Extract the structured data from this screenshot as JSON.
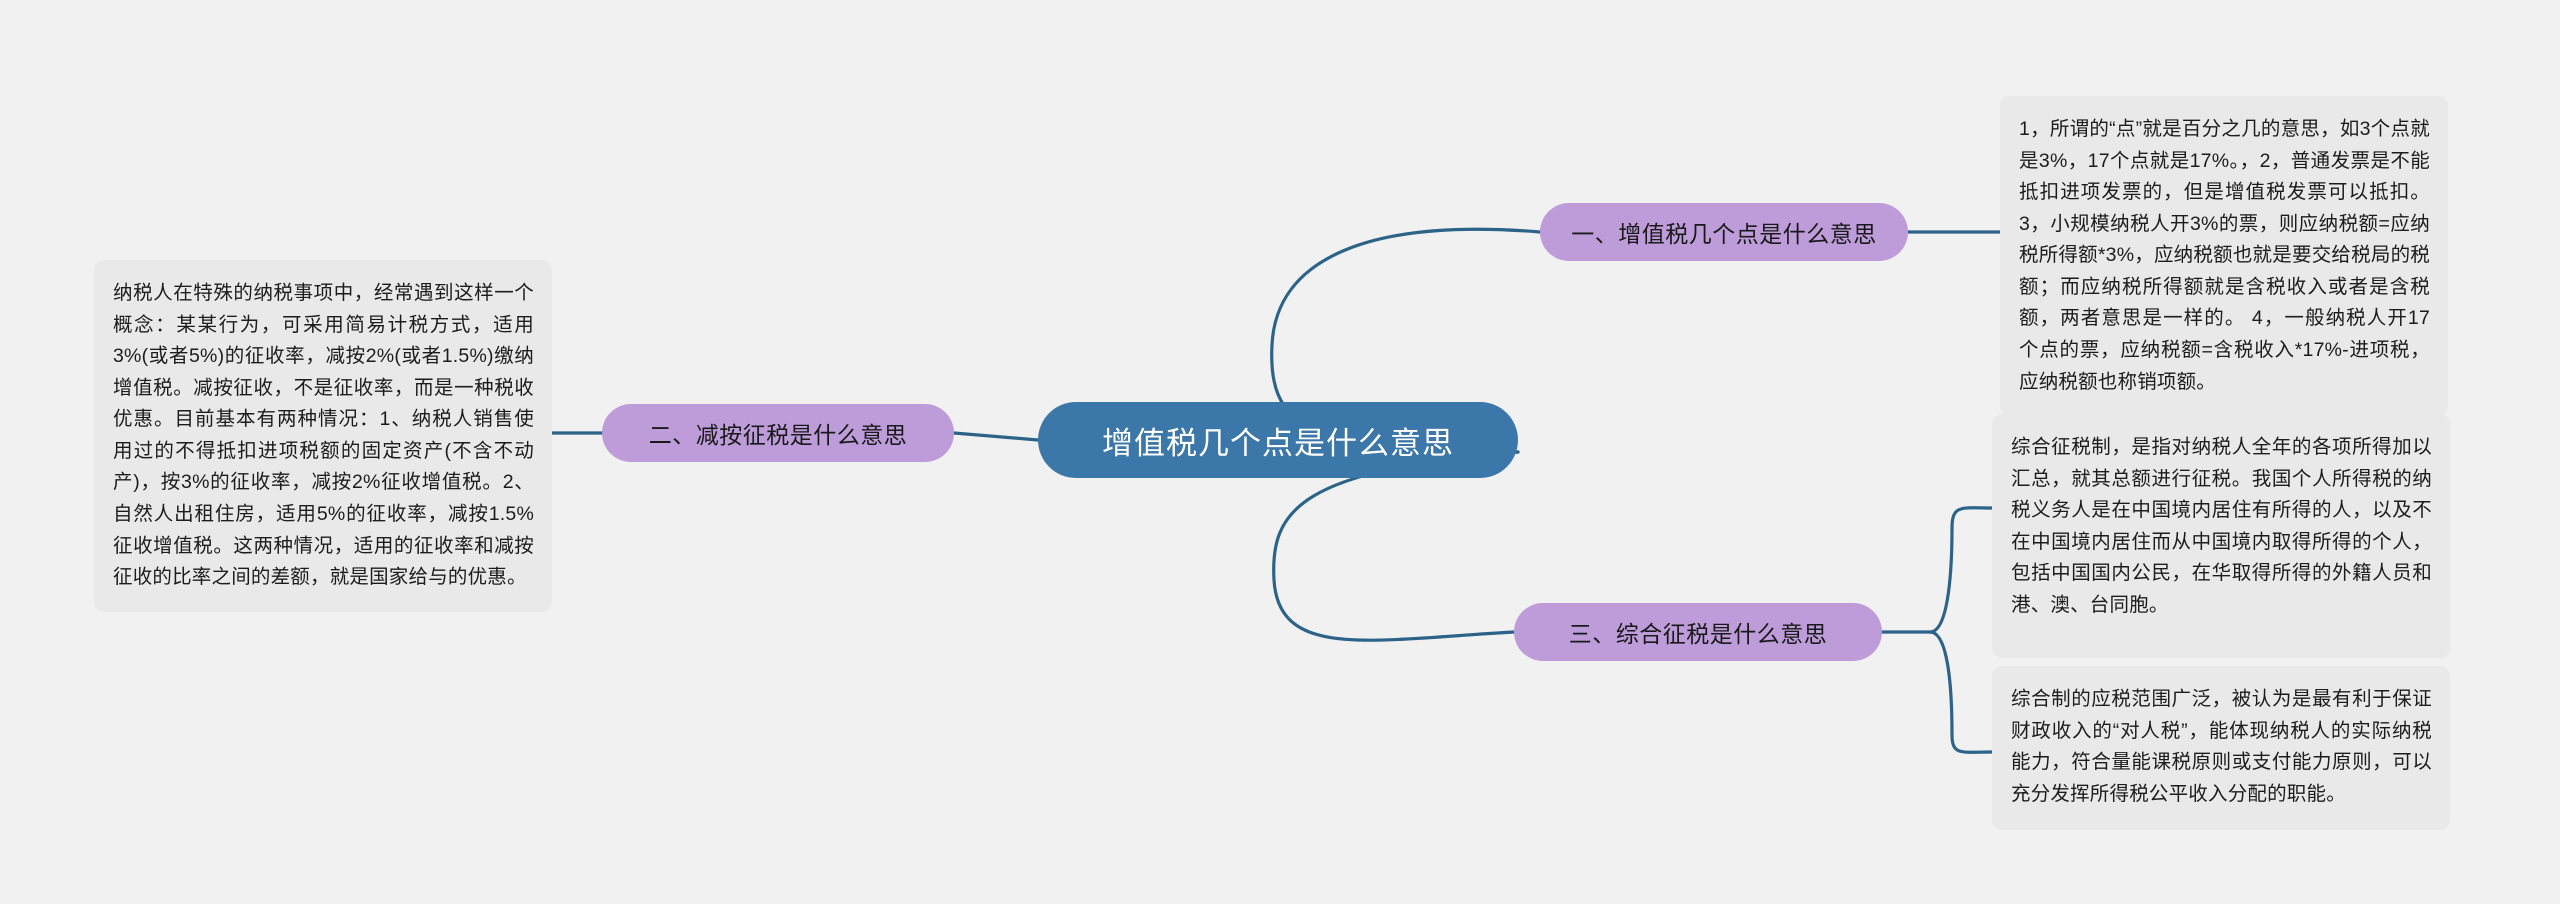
{
  "theme": {
    "background": "#f1f1f1",
    "root_fill": "#3b77a9",
    "root_text": "#ffffff",
    "branch_fill": "#bd9cd9",
    "branch_text": "#191919",
    "leaf_fill": "#e9e9e9",
    "leaf_text": "#1c1c1c",
    "connector": "#2b6488"
  },
  "mindmap": {
    "root": {
      "label": "增值税几个点是什么意思"
    },
    "branches": [
      {
        "id": "branch-1",
        "label": "一、增值税几个点是什么意思",
        "leaves": [
          {
            "id": "leaf-r1",
            "text": "1，所谓的“点”就是百分之几的意思，如3个点就是3%，17个点就是17%。，2，普通发票是不能抵扣进项发票的，但是增值税发票可以抵扣。 3，小规模纳税人开3%的票，则应纳税额=应纳税所得额*3%，应纳税额也就是要交给税局的税额；而应纳税所得额就是含税收入或者是含税额，两者意思是一样的。 4，一般纳税人开17个点的票，应纳税额=含税收入*17%-进项税，应纳税额也称销项额。"
          }
        ]
      },
      {
        "id": "branch-2",
        "label": "二、减按征税是什么意思",
        "leaves": [
          {
            "id": "leaf-left",
            "text": "纳税人在特殊的纳税事项中，经常遇到这样一个概念：某某行为，可采用简易计税方式，适用3%(或者5%)的征收率，减按2%(或者1.5%)缴纳增值税。减按征收，不是征收率，而是一种税收优惠。目前基本有两种情况：1、纳税人销售使用过的不得抵扣进项税额的固定资产(不含不动产)，按3%的征收率，减按2%征收增值税。2、自然人出租住房，适用5%的征收率，减按1.5%征收增值税。这两种情况，适用的征收率和减按征收的比率之间的差额，就是国家给与的优惠。"
          }
        ]
      },
      {
        "id": "branch-3",
        "label": "三、综合征税是什么意思",
        "leaves": [
          {
            "id": "leaf-r2",
            "text": "综合征税制，是指对纳税人全年的各项所得加以汇总，就其总额进行征税。我国个人所得税的纳税义务人是在中国境内居住有所得的人，以及不在中国境内居住而从中国境内取得所得的个人，包括中国国内公民，在华取得所得的外籍人员和港、澳、台同胞。"
          },
          {
            "id": "leaf-r3",
            "text": "综合制的应税范围广泛，被认为是最有利于保证财政收入的“对人税”，能体现纳税人的实际纳税能力，符合量能课税原则或支付能力原则，可以充分发挥所得税公平收入分配的职能。"
          }
        ]
      }
    ]
  }
}
